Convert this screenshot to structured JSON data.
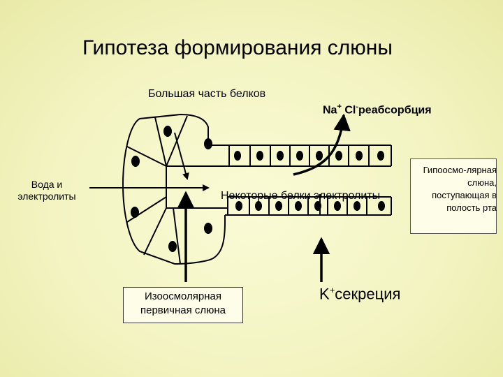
{
  "title": "Гипотеза формирования слюны",
  "labels": {
    "most_proteins": "Большая часть белков",
    "reabsorption_ion1": "Na",
    "reabsorption_sup1": "+",
    "reabsorption_ion2": " Cl",
    "reabsorption_sup2": "-",
    "reabsorption_word": "реабсорбция",
    "water_electrolytes": "Вода и электролиты",
    "some_proteins": "Некоторые белки  электролиты",
    "hypoosmolar": "Гипоосмо-лярная слюна, поступающая в полость рта",
    "isoosmolar": "Изоосмолярная первичная слюна",
    "k_ion": "K",
    "k_sup": "+",
    "k_word": "секреция"
  },
  "colors": {
    "background": "#f3f4c2",
    "ink": "#000000",
    "box_fill": "#fdfde8"
  }
}
